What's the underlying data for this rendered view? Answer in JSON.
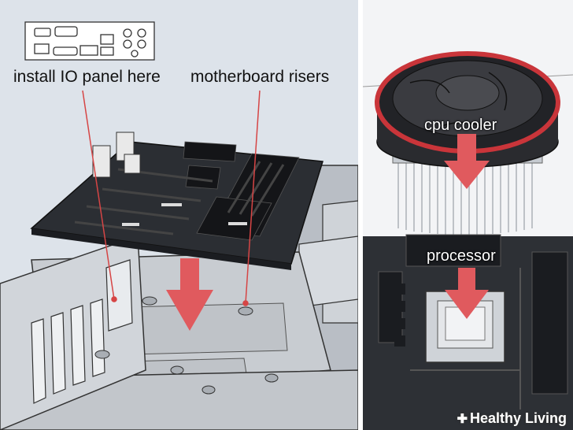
{
  "left_panel": {
    "label_io": "install IO panel here",
    "label_risers": "motherboard risers"
  },
  "right_panel": {
    "label_cooler": "cpu cooler",
    "label_processor": "processor"
  },
  "watermark": {
    "text": "Healthy Living",
    "icon": "leaf-icon"
  },
  "colors": {
    "arrow": "#e05a5e",
    "cooler_ring": "#c9353a",
    "background": "#dde3ea",
    "board": "#2b2e33"
  }
}
